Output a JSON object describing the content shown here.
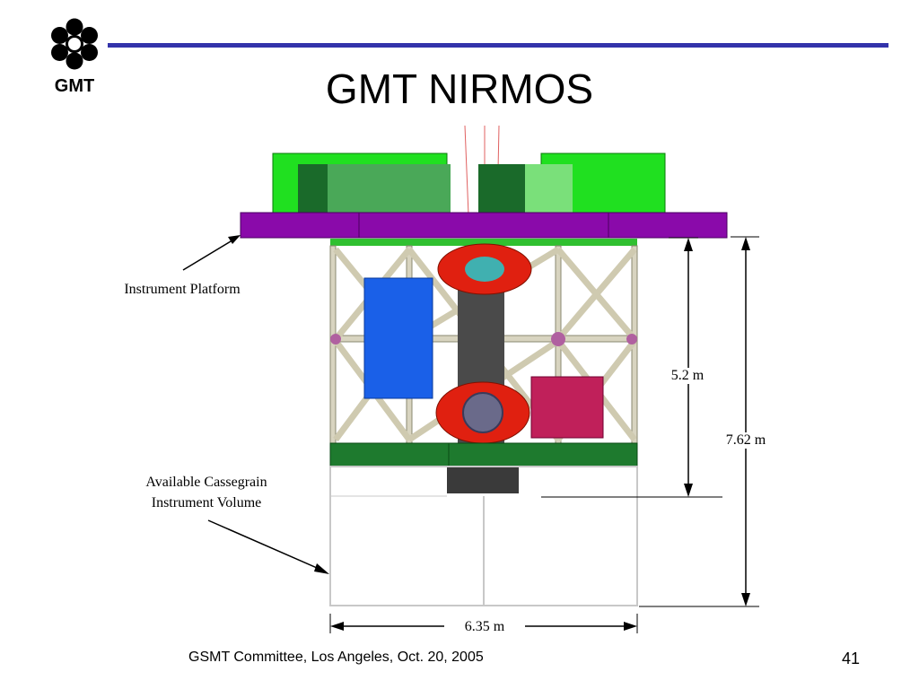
{
  "logo": {
    "text": "GMT"
  },
  "slide": {
    "title": "GMT NIRMOS"
  },
  "figure": {
    "platform_label": "Instrument Platform",
    "volume_label_line1": "Available Cassegrain",
    "volume_label_line2": "Instrument Volume",
    "dim_height_inner": "5.2 m",
    "dim_height_outer": "7.62 m",
    "dim_width": "6.35 m",
    "colors": {
      "platform": "#8a0aaa",
      "green_bright": "#20e020",
      "green_mid": "#3aa050",
      "green_dark": "#1a6a2a",
      "truss": "#d8d4c0",
      "blue_box": "#1a60e8",
      "red_vessel": "#e02010",
      "magenta_box": "#c0205a",
      "column": "#4a4a4a"
    }
  },
  "footer": {
    "left": "GSMT Committee, Los Angeles, Oct. 20, 2005",
    "page_number": "41"
  }
}
